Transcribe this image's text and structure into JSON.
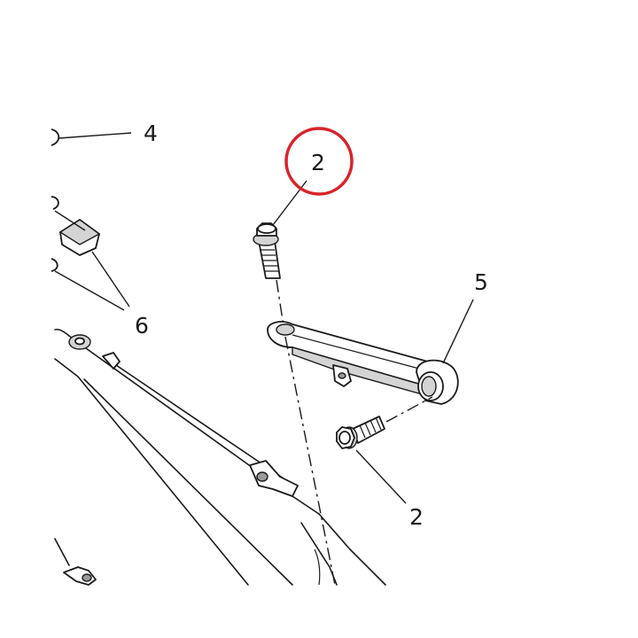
{
  "diagram": {
    "callouts": [
      {
        "id": "4",
        "label": "4"
      },
      {
        "id": "2-top",
        "label": "2",
        "highlighted": true
      },
      {
        "id": "5",
        "label": "5"
      },
      {
        "id": "6",
        "label": "6"
      },
      {
        "id": "2-bottom",
        "label": "2"
      }
    ],
    "highlight_color": "#d8232a"
  }
}
